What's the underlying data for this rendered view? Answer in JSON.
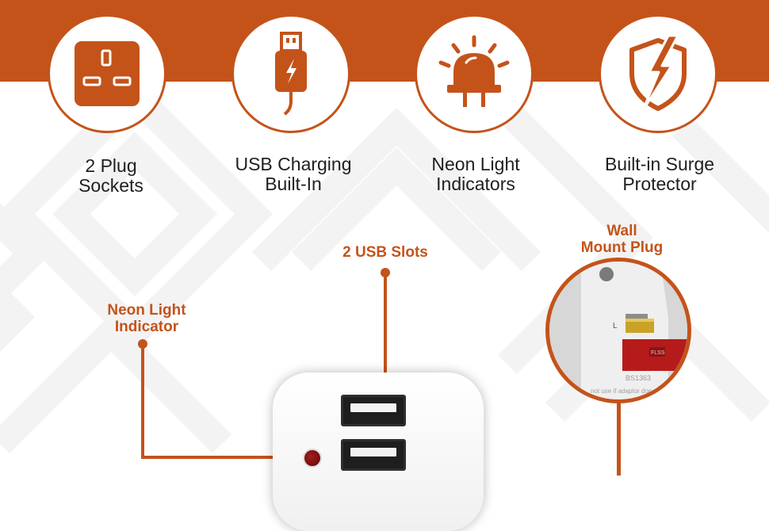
{
  "colors": {
    "accent": "#c4531a",
    "text": "#1f1f1f",
    "background": "#ffffff"
  },
  "features": [
    {
      "icon": "uk-plug-socket-icon",
      "label": "2 Plug\nSockets"
    },
    {
      "icon": "usb-cable-icon",
      "label": "USB Charging\nBuilt-In"
    },
    {
      "icon": "neon-light-icon",
      "label": "Neon Light\nIndicators"
    },
    {
      "icon": "surge-shield-icon",
      "label": "Built-in Surge\nProtector"
    }
  ],
  "callouts": {
    "neon": "Neon Light\nIndicator",
    "usb": "2 USB Slots",
    "wall": "Wall\nMount Plug"
  },
  "inset": {
    "pin_label": "L",
    "brand_text": "FLSS",
    "standard_text": "BS1363",
    "warning_text": "not use if adaptor doe"
  }
}
